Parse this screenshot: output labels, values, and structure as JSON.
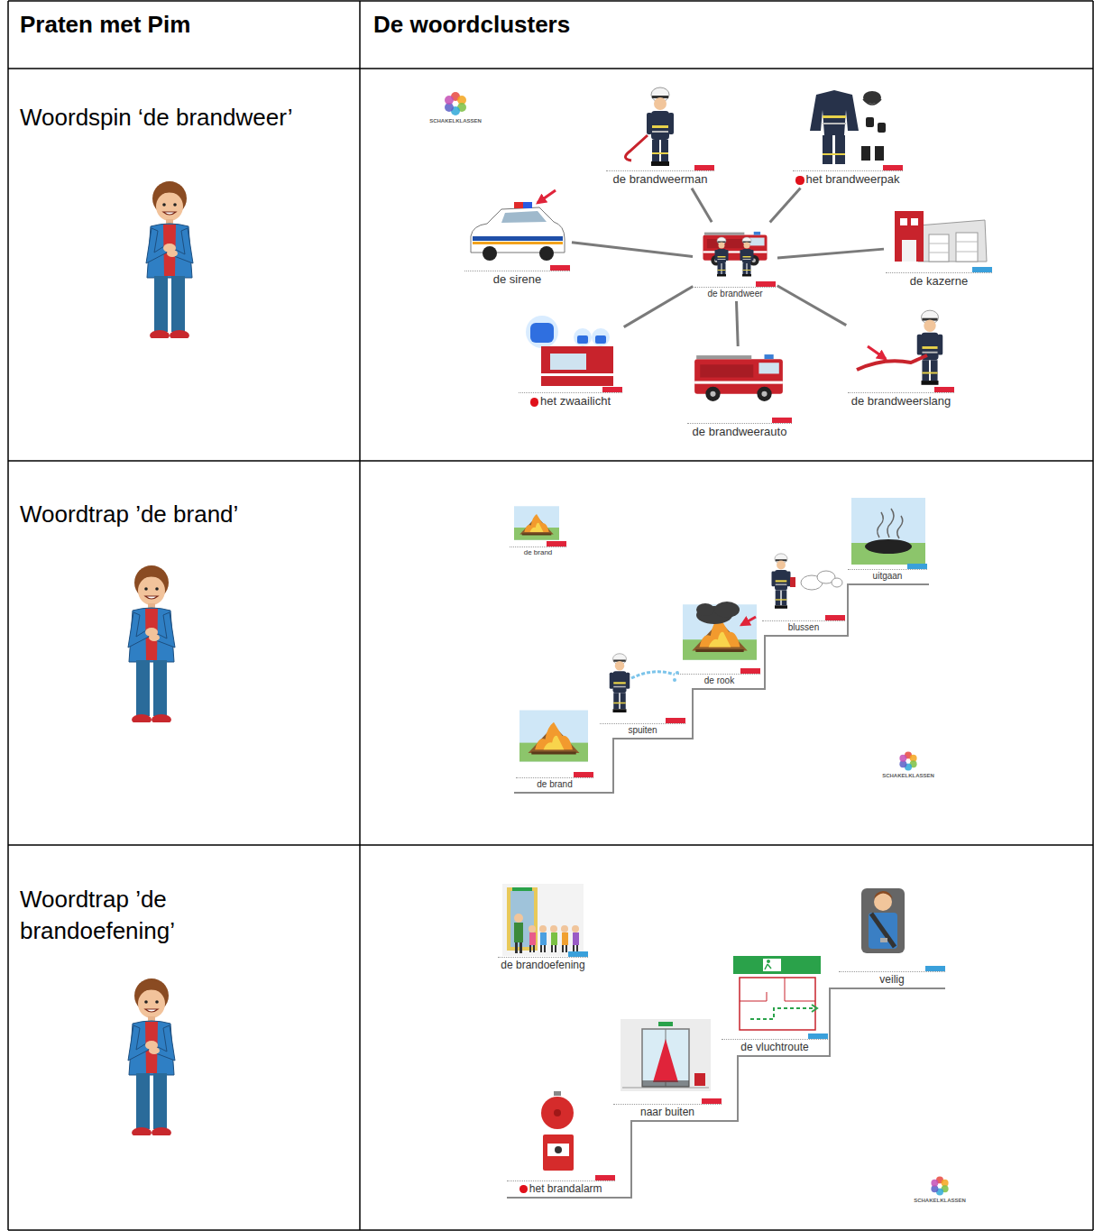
{
  "diagram": {
    "nodes": [
      {
        "text": [
          "Praten met Pim"
        ]
      },
      {
        "text": [
          "De woordclusters"
        ]
      },
      {
        "text": [
          "Woordspin ‘de brandweer’"
        ]
      },
      {
        "text": [
          "Woordtrap ’de brand’"
        ]
      },
      {
        "text": [
          "Woordtrap ’de brandoefening’"
        ]
      },
      {
        "text": [
          "de brandweerman"
        ]
      },
      {
        "text": [
          "het brandweerpak"
        ]
      },
      {
        "text": [
          "de sirene"
        ]
      },
      {
        "text": [
          "de brandweer"
        ]
      },
      {
        "text": [
          "de kazerne"
        ]
      },
      {
        "text": [
          "het zwaailicht"
        ]
      },
      {
        "text": [
          "de brandweerauto"
        ]
      },
      {
        "text": [
          "de brandweerslang"
        ]
      },
      {
        "text": [
          "de brand"
        ]
      },
      {
        "text": [
          "de brand"
        ]
      },
      {
        "text": [
          "spuiten"
        ]
      },
      {
        "text": [
          "de rook"
        ]
      },
      {
        "text": [
          "blussen"
        ]
      },
      {
        "text": [
          "uitgaan"
        ]
      },
      {
        "text": [
          "de brandoefening"
        ]
      },
      {
        "text": [
          "het brandalarm"
        ]
      },
      {
        "text": [
          "naar buiten"
        ]
      },
      {
        "text": [
          "de vluchtroute"
        ]
      },
      {
        "text": [
          "veilig"
        ]
      }
    ],
    "edges": [
      {
        "from": 8,
        "to": 5,
        "arrow": "none"
      },
      {
        "from": 8,
        "to": 6,
        "arrow": "none"
      },
      {
        "from": 8,
        "to": 7,
        "arrow": "none"
      },
      {
        "from": 8,
        "to": 9,
        "arrow": "none"
      },
      {
        "from": 8,
        "to": 10,
        "arrow": "none"
      },
      {
        "from": 8,
        "to": 11,
        "arrow": "none"
      },
      {
        "from": 8,
        "to": 12,
        "arrow": "none"
      }
    ],
    "labels": [
      "SCHAKELKLASSEN",
      "SCHAKELKLASSEN",
      "SCHAKELKLASSEN"
    ]
  }
}
